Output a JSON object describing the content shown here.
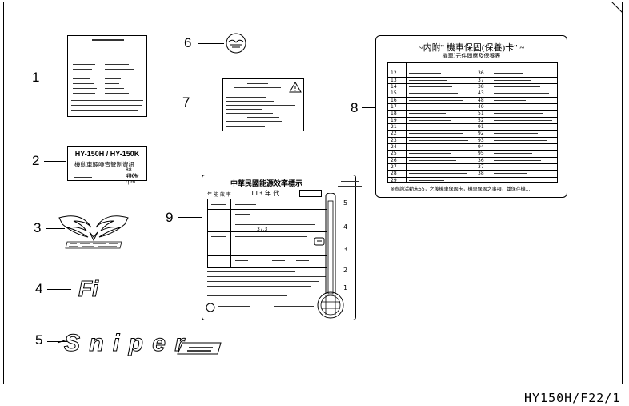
{
  "footer": {
    "drawing_code": "HY150H/F22/1"
  },
  "callouts": [
    "1",
    "2",
    "3",
    "4",
    "5",
    "6",
    "7",
    "8",
    "9"
  ],
  "label2": {
    "title": "HY-150H / HY-150K",
    "subtitle": "機動車輛噪音管制資訊",
    "noise_value": "88 dB(A)",
    "rpm_value": "4500 rpm"
  },
  "label8": {
    "title": "~内附\" 機車保固(保養)卡\" ~",
    "subtitle": "機車)元件問應及保養表",
    "left_numbers": [
      "12",
      "13",
      "14",
      "15",
      "16",
      "17",
      "18",
      "19",
      "21",
      "22",
      "23",
      "24",
      "25",
      "26",
      "27",
      "28",
      "29"
    ],
    "right_numbers": [
      "36",
      "37",
      "38",
      "43",
      "48",
      "49",
      "51",
      "52",
      "91",
      "92",
      "93",
      "94",
      "95",
      "36",
      "37",
      "38"
    ],
    "note": "※查詢活動未55，之後機車保固卡，機車保固之事項，並保存機..."
  },
  "label9": {
    "title": "中華民國能源效率標示",
    "year_label": "年 能 效 率",
    "year_value": "113 年 代",
    "combined": "37.3",
    "scale": [
      "5",
      "4",
      "3",
      "2",
      "1"
    ]
  },
  "logo4": {
    "text": "Fi"
  },
  "logo5": {
    "text": "Sniper"
  }
}
